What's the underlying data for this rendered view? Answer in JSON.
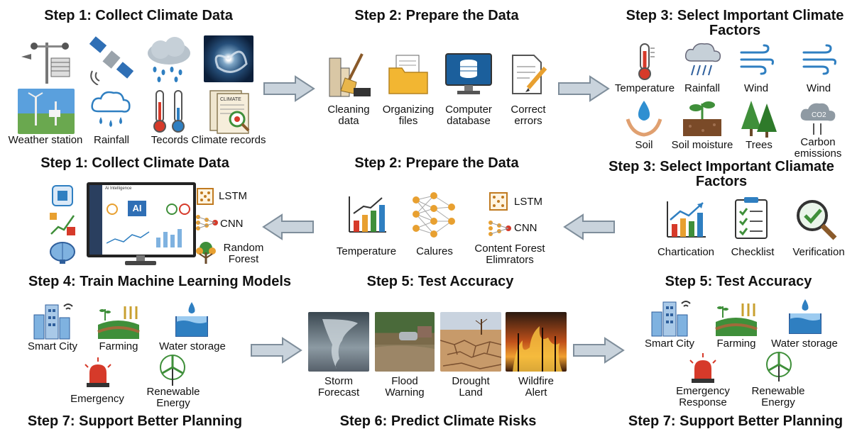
{
  "row1": {
    "step1_title": "Step 1: Collect Climate Data",
    "step2_title": "Step 2: Prepare the Data",
    "step3_title_line1": "Step 3: Select Important Climate",
    "step3_title_line2": "Factors",
    "step1_labels": {
      "weather_station": "Weather station",
      "rainfall": "Rainfall",
      "tecords": "Tecords",
      "climate_records": "Climate records"
    },
    "step2_labels": {
      "cleaning_1": "Cleaning",
      "cleaning_2": "data",
      "organizing_1": "Organizing",
      "organizing_2": "files",
      "computer_1": "Computer",
      "computer_2": "database",
      "correct_1": "Correct",
      "correct_2": "errors"
    },
    "step3_labels": {
      "temperature": "Temperature",
      "rainfall": "Rainfall",
      "wind1": "Wind",
      "wind2": "Wind",
      "soil": "Soil",
      "soil_moisture": "Soil moisture",
      "trees": "Trees",
      "carbon_1": "Carbon",
      "carbon_2": "emissions",
      "co2": "CO2",
      "climate_doc": "CLIMATE"
    }
  },
  "row2": {
    "step1_title": "Step 1: Collect Climate Data",
    "step2_title": "Step 2: Prepare the Data",
    "step3_title": "Step 3: Select Important Cliamate Factors",
    "models": {
      "lstm": "LSTM",
      "cnn": "CNN",
      "rf_1": "Random",
      "rf_2": "Forest"
    },
    "monitor": {
      "app_name": "Ai Intelligence",
      "ai_badge": "AI"
    },
    "middle": {
      "temperature": "Temperature",
      "calures": "Calures",
      "lstm": "LSTM",
      "cnn": "CNN",
      "cfe_1": "Content Forest",
      "cfe_2": "Elimrators"
    },
    "right": {
      "chartication": "Chartication",
      "checklist": "Checklist",
      "verification": "Verification"
    },
    "step4_title": "Step 4: Train Machine Learning Models",
    "step5_title_mid": "Step 5: Test Accuracy",
    "step5_title_right": "Step 5: Test Accuracy"
  },
  "row3": {
    "left": {
      "smart_city": "Smart City",
      "farming": "Farming",
      "water_storage": "Water storage",
      "emergency": "Emergency",
      "renewable_1": "Renewable",
      "renewable_2": "Energy"
    },
    "middle": {
      "storm_1": "Storm",
      "storm_2": "Forecast",
      "flood_1": "Flood",
      "flood_2": "Warning",
      "drought_1": "Drought",
      "drought_2": "Land",
      "wildfire_1": "Wildfire",
      "wildfire_2": "Alert"
    },
    "right": {
      "smart_city": "Smart City",
      "farming": "Farming",
      "water_storage": "Water storage",
      "emergency_1": "Emergency",
      "emergency_2": "Response",
      "renewable_1": "Renewable",
      "renewable_2": "Energy"
    },
    "step7_title_left": "Step 7: Support Better Planning",
    "step6_title": "Step 6: Predict Climate Risks",
    "step7_title_right": "Step 7: Support Better Planning"
  },
  "colors": {
    "arrow_fill": "#c9d3dc",
    "arrow_stroke": "#7f8e9b",
    "blue": "#2f7fc1",
    "green": "#3f8f3a",
    "red": "#d63a2a"
  }
}
